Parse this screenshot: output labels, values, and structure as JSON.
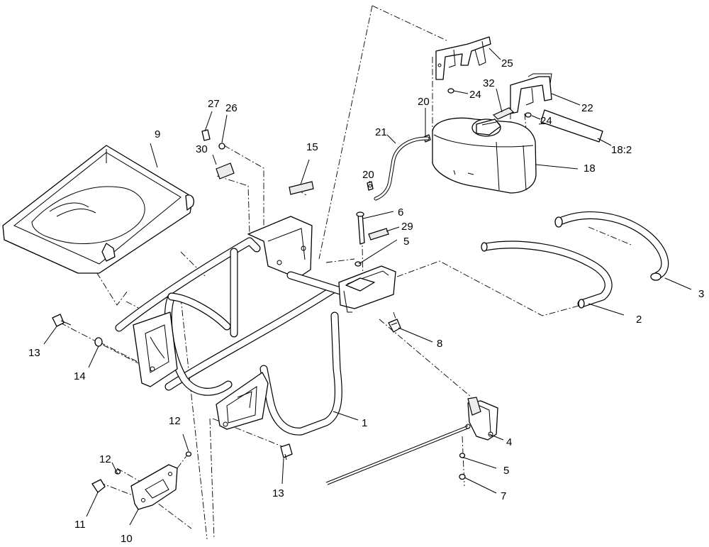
{
  "diagram": {
    "kind": "exploded-parts-view",
    "callouts": [
      {
        "id": "c1",
        "label": "1"
      },
      {
        "id": "c2",
        "label": "2"
      },
      {
        "id": "c3",
        "label": "3"
      },
      {
        "id": "c4",
        "label": "4"
      },
      {
        "id": "c5a",
        "label": "5"
      },
      {
        "id": "c5b",
        "label": "5"
      },
      {
        "id": "c6",
        "label": "6"
      },
      {
        "id": "c7",
        "label": "7"
      },
      {
        "id": "c8",
        "label": "8"
      },
      {
        "id": "c9",
        "label": "9"
      },
      {
        "id": "c10",
        "label": "10"
      },
      {
        "id": "c11",
        "label": "11"
      },
      {
        "id": "c12a",
        "label": "12"
      },
      {
        "id": "c12b",
        "label": "12"
      },
      {
        "id": "c13a",
        "label": "13"
      },
      {
        "id": "c13b",
        "label": "13"
      },
      {
        "id": "c14",
        "label": "14"
      },
      {
        "id": "c15",
        "label": "15"
      },
      {
        "id": "c18",
        "label": "18"
      },
      {
        "id": "c18b",
        "label": "18:2"
      },
      {
        "id": "c20a",
        "label": "20"
      },
      {
        "id": "c20b",
        "label": "20"
      },
      {
        "id": "c21",
        "label": "21"
      },
      {
        "id": "c22",
        "label": "22"
      },
      {
        "id": "c24a",
        "label": "24"
      },
      {
        "id": "c24b",
        "label": "24"
      },
      {
        "id": "c25",
        "label": "25"
      },
      {
        "id": "c26",
        "label": "26"
      },
      {
        "id": "c27",
        "label": "27"
      },
      {
        "id": "c29",
        "label": "29"
      },
      {
        "id": "c30",
        "label": "30"
      },
      {
        "id": "c32",
        "label": "32"
      }
    ]
  }
}
